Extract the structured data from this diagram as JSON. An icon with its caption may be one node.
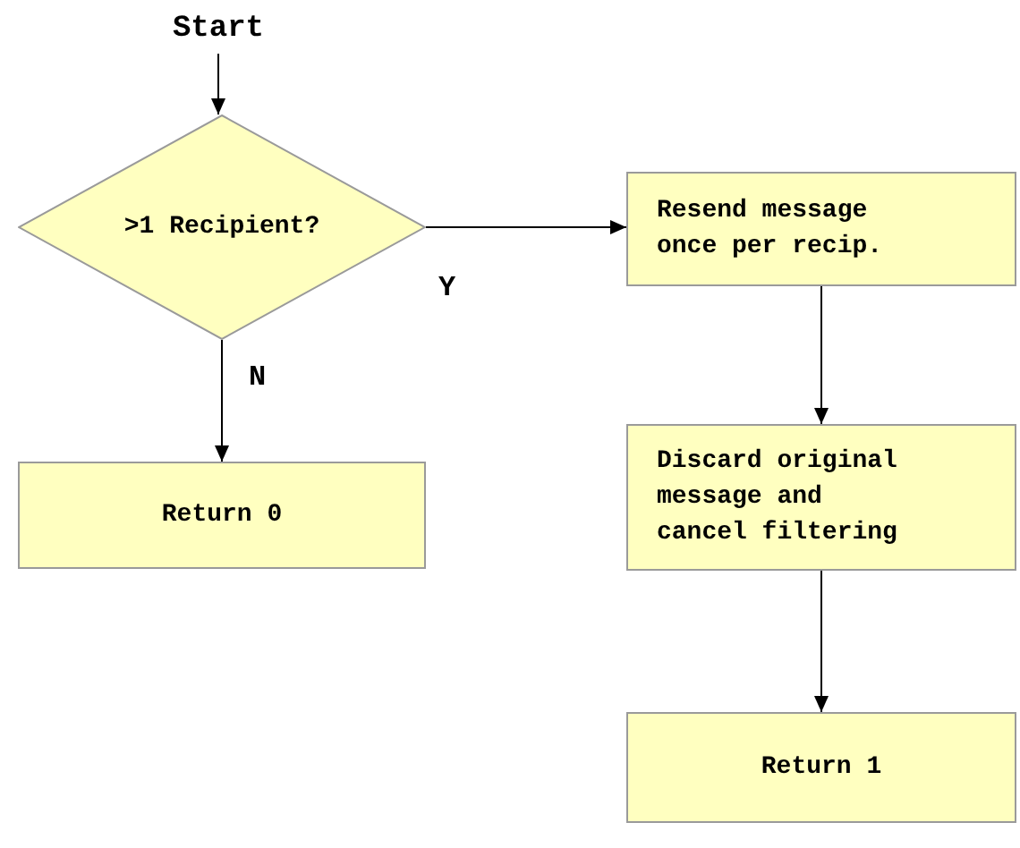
{
  "diagram": {
    "nodes": [
      {
        "text": [
          "Start"
        ]
      },
      {
        "text": [
          ">1 Recipient?"
        ]
      },
      {
        "text": [
          "Resend message once per recip."
        ]
      },
      {
        "text": [
          "Return 0"
        ]
      },
      {
        "text": [
          "Discard original message and cancel filtering"
        ]
      },
      {
        "text": [
          "Return 1"
        ]
      }
    ],
    "edges": [
      {
        "from": 0,
        "to": 1,
        "arrow": "to"
      },
      {
        "from": 1,
        "to": 2,
        "arrow": "to",
        "label": "Y"
      },
      {
        "from": 1,
        "to": 3,
        "arrow": "to",
        "label": "N"
      },
      {
        "from": 2,
        "to": 4,
        "arrow": "to"
      },
      {
        "from": 4,
        "to": 5,
        "arrow": "to"
      }
    ]
  }
}
